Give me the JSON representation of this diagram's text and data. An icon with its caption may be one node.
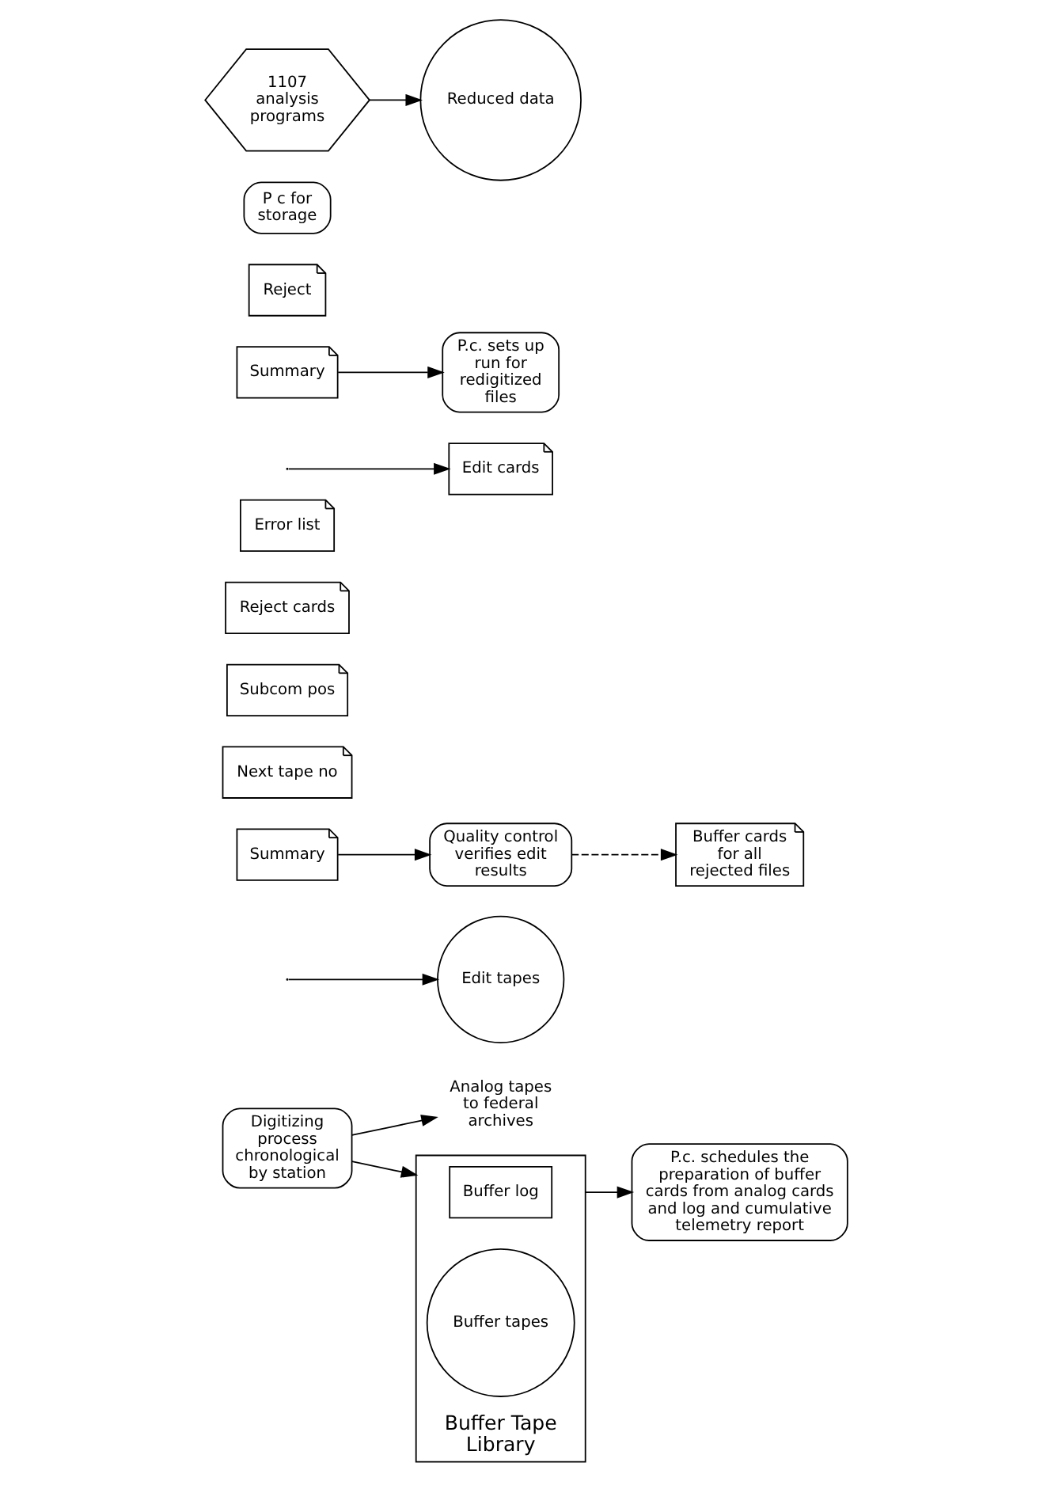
{
  "diagram": {
    "nodes": [
      {
        "text": [
          "Analog tapes to federal archives"
        ]
      },
      {
        "text": [
          "Digitizing process",
          "chronological by station"
        ]
      },
      {
        "text": [
          "Buffer Tape Library"
        ]
      },
      {
        "text": [
          "Buffer log"
        ],
        "in": 2
      },
      {
        "text": [
          "Buffer tapes"
        ],
        "in": 2
      },
      {
        "text": [
          "P.c. schedules the preparation of buffer cards from analog cards and log and cumulative telemetry report"
        ]
      },
      {
        "text": [
          "Edit tapes"
        ]
      },
      {
        "text": [
          "Summary"
        ]
      },
      {
        "text": [
          "Next tape no"
        ]
      },
      {
        "text": [
          "Subcom pos"
        ]
      },
      {
        "text": [
          "Reject cards"
        ]
      },
      {
        "text": [
          "Error list"
        ]
      },
      {
        "text": [
          "Edit cards"
        ]
      },
      {
        "text": [
          "Quality control verifies edit results"
        ]
      },
      {
        "text": [
          "Summary"
        ]
      },
      {
        "text": [
          "Reject"
        ]
      },
      {
        "text": [
          "Buffer cards for all rejected files"
        ]
      },
      {
        "text": [
          "P.c. sets up run for redigitized files"
        ]
      },
      {
        "text": [
          "P c for storage"
        ]
      },
      {
        "text": [
          "1107 analysis programs"
        ]
      },
      {
        "text": [
          "Reduced data"
        ]
      }
    ],
    "edges": [
      {
        "from": 1,
        "to": 0,
        "arrow": "to"
      },
      {
        "from": 1,
        "to": 2,
        "arrow": "to"
      },
      {
        "from": 2,
        "to": 5,
        "arrow": "to"
      },
      {
        "from": null,
        "to": 6,
        "arrow": "to"
      },
      {
        "from": null,
        "to": 12,
        "arrow": "to"
      },
      {
        "from": 7,
        "to": 13,
        "arrow": "to"
      },
      {
        "from": 13,
        "to": 16,
        "arrow": "to",
        "style": "dashed"
      },
      {
        "from": 14,
        "to": 17,
        "arrow": "to"
      },
      {
        "from": 19,
        "to": 20,
        "arrow": "to"
      }
    ]
  }
}
